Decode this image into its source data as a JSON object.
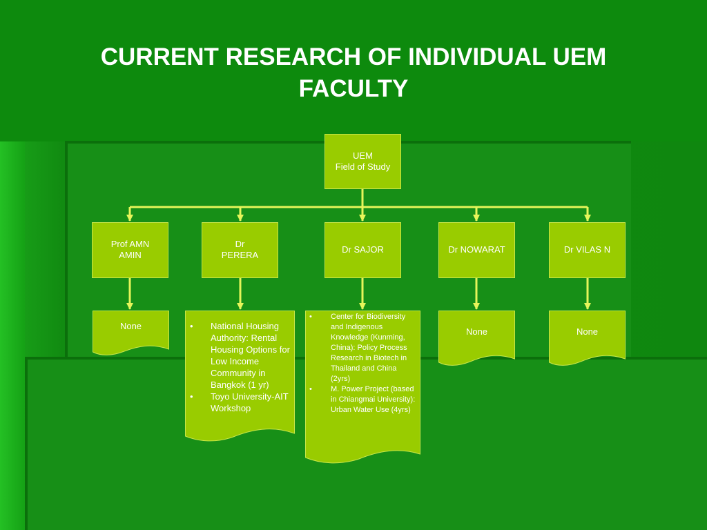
{
  "slide": {
    "title_line1": "CURRENT RESEARCH OF INDIVIDUAL UEM",
    "title_line2": "FACULTY"
  },
  "root": {
    "line1": "UEM",
    "line2": "Field of Study"
  },
  "faculty": [
    {
      "line1": "Prof AMN",
      "line2": "AMIN"
    },
    {
      "line1": "Dr",
      "line2": "PERERA"
    },
    {
      "line1": "Dr SAJOR",
      "line2": ""
    },
    {
      "line1": "Dr NOWARAT",
      "line2": ""
    },
    {
      "line1": "Dr VILAS N",
      "line2": ""
    }
  ],
  "research": {
    "amin": "None",
    "perera": [
      "National Housing Authority: Rental Housing Options for Low Income Community in Bangkok (1 yr)",
      "Toyo University-AIT Workshop"
    ],
    "sajor": [
      "Center for Biodiversity and Indigenous Knowledge (Kunming, China): Policy Process Research in Biotech in Thailand and China (2yrs)",
      "M. Power Project (based in Chiangmai University): Urban Water Use (4yrs)"
    ],
    "nowarat": "None",
    "vilas": "None"
  },
  "colors": {
    "box_fill": "#99cc00",
    "connector": "#e6f55a",
    "background": "#0d8a0d",
    "text": "#ffffff"
  }
}
